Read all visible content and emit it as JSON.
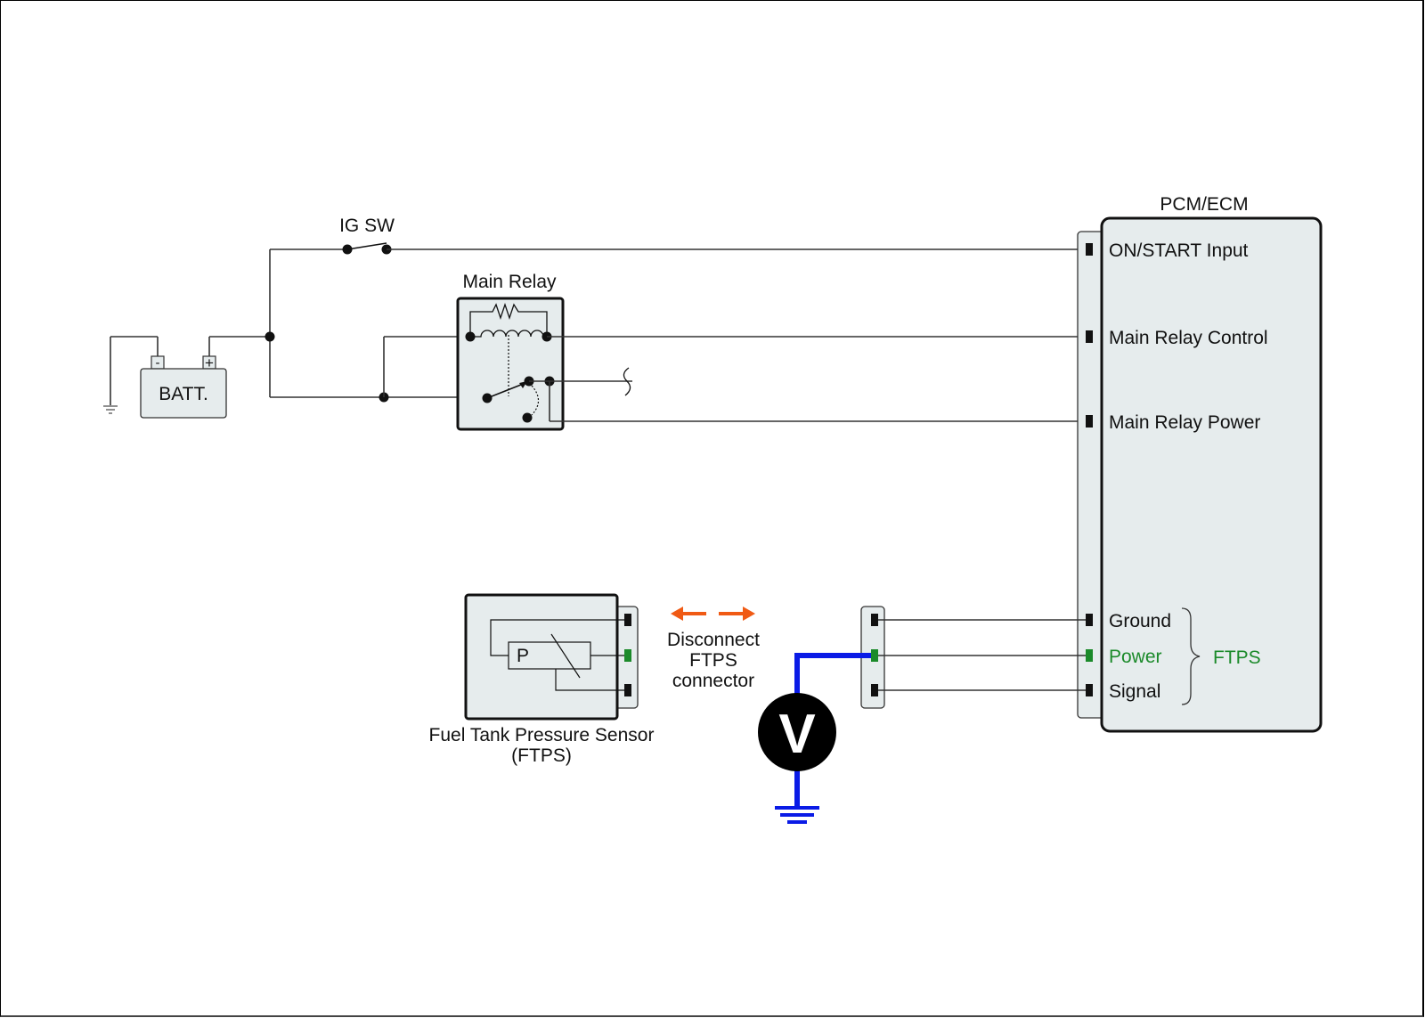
{
  "diagram": {
    "ig_switch_label": "IG SW",
    "battery_label": "BATT.",
    "battery_neg": "-",
    "battery_pos": "+",
    "main_relay_label": "Main Relay",
    "module_label": "PCM/ECM",
    "module_pins": [
      {
        "label": "ON/START Input",
        "color": "#111111"
      },
      {
        "label": "Main Relay Control",
        "color": "#111111"
      },
      {
        "label": "Main Relay Power",
        "color": "#111111"
      },
      {
        "label": "Ground",
        "color": "#111111"
      },
      {
        "label": "Power",
        "color": "#1b8a2a"
      },
      {
        "label": "Signal",
        "color": "#111111"
      }
    ],
    "ftps_group_label": "FTPS",
    "sensor_label_line1": "Fuel Tank Pressure Sensor",
    "sensor_label_line2": "(FTPS)",
    "sensor_element_label": "P",
    "instruction_line1": "Disconnect",
    "instruction_line2": "FTPS",
    "instruction_line3": "connector",
    "meter_symbol": "V",
    "colors": {
      "highlight_pin": "#1b8a2a",
      "meter_lead": "#0a1be6",
      "arrows": "#f05a14",
      "component_fill": "#e6eced"
    }
  }
}
